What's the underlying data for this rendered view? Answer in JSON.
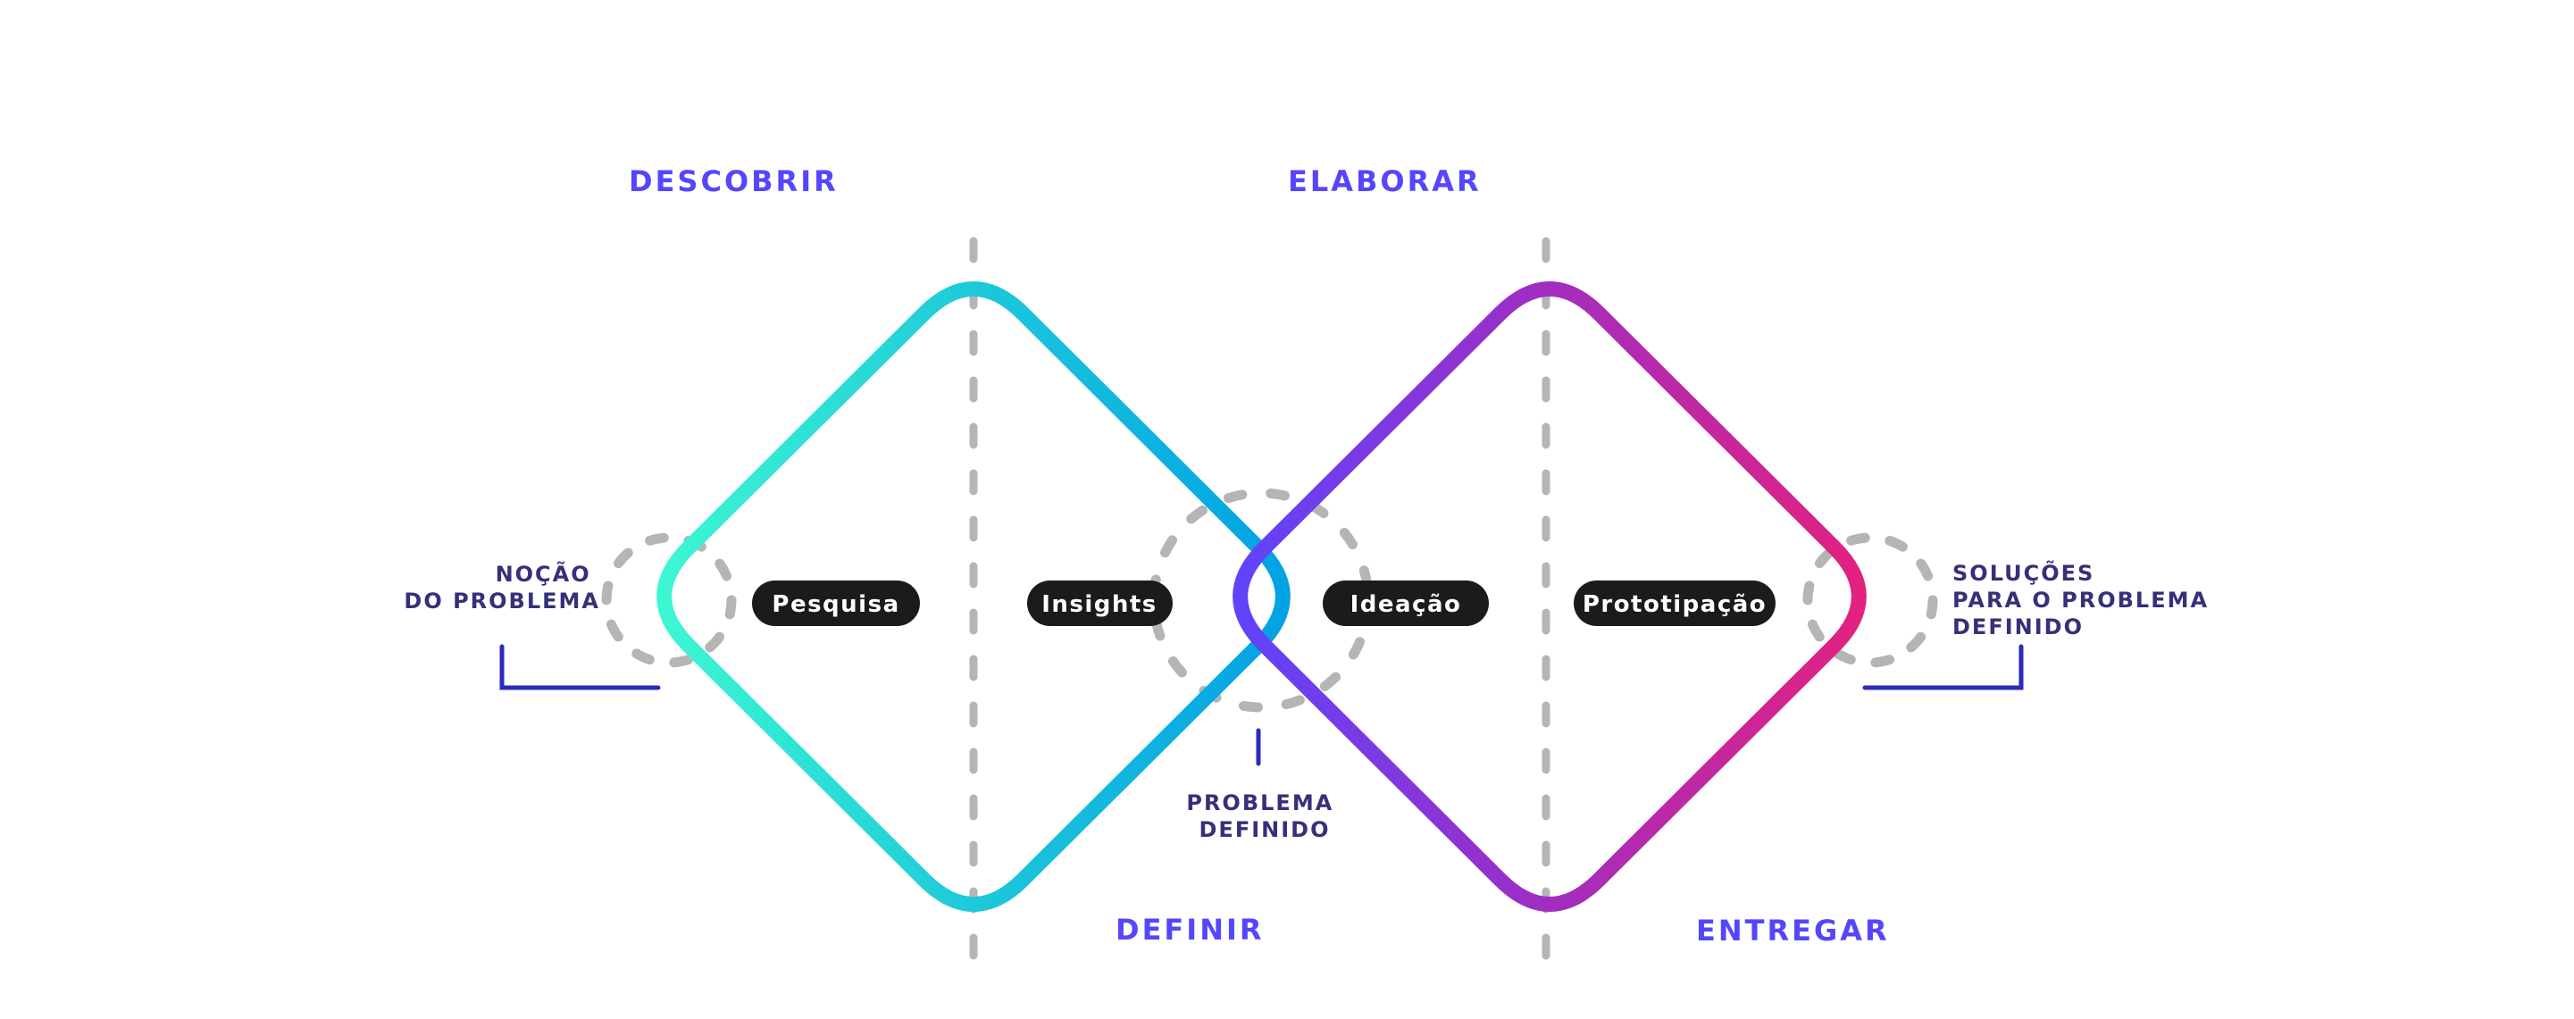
{
  "diagram": {
    "title": "Double Diamond",
    "phases": {
      "discover": "DESCOBRIR",
      "define": "DEFINIR",
      "develop": "ELABORAR",
      "deliver": "ENTREGAR"
    },
    "stages": [
      "Pesquisa",
      "Insights",
      "Ideação",
      "Prototipação"
    ],
    "annotations": {
      "start": [
        "NOÇÃO",
        "DO PROBLEMA"
      ],
      "middle": [
        "PROBLEMA",
        "DEFINIDO"
      ],
      "end": [
        "SOLUÇÕES",
        "PARA O PROBLEMA",
        "DEFINIDO"
      ]
    },
    "colors": {
      "phase_label": "#5546fd",
      "annotation_text": "#35307a",
      "bracket": "#2a2bbd",
      "pill_background": "#1b1b1b",
      "pill_text": "#ffffff",
      "dashed": "#b5b5b5",
      "diamond_left_gradient": [
        "#3ffad2",
        "#1ec9d9",
        "#009fe5"
      ],
      "diamond_right_gradient": [
        "#5b45ff",
        "#9a2fc8",
        "#e8207a"
      ]
    }
  }
}
